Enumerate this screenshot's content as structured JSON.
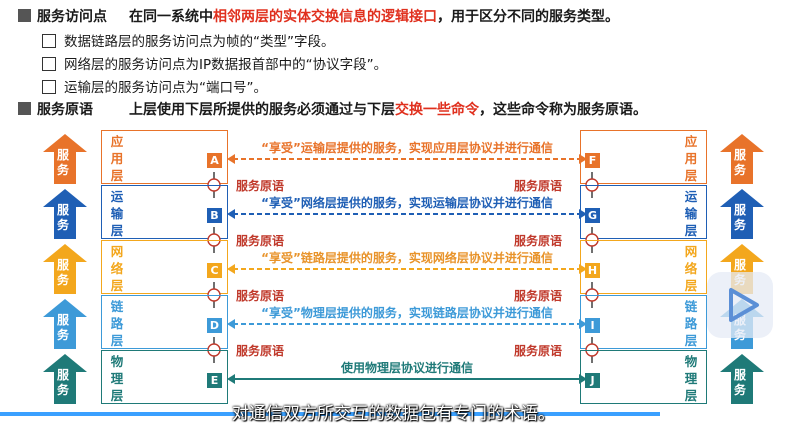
{
  "header": {
    "access_title": "服务访问点",
    "access_prefix": "在同一系统中",
    "access_highlight": "相邻两层的实体交换信息的逻辑接口",
    "access_suffix": "，用于区分不同的服务类型。",
    "sub_items": [
      "数据链路层的服务访问点为帧的“类型”字段。",
      "网络层的服务访问点为IP数据报首部中的“协议字段”。",
      "运输层的服务访问点为“端口号”。"
    ],
    "primitive_title": "服务原语",
    "primitive_prefix": "上层使用下层所提供的服务必须通过与下层",
    "primitive_highlight": "交换一些命令",
    "primitive_suffix": "，这些命令称为服务原语。"
  },
  "service_arrow_label": "服务",
  "layers": [
    {
      "name": "应用层",
      "left_letter": "A",
      "right_letter": "F",
      "color": "#e8732a",
      "message": "“享受”运输层提供的服务，实现应用层协议并进行通信"
    },
    {
      "name": "运输层",
      "left_letter": "B",
      "right_letter": "G",
      "color": "#1f5fb5",
      "message": "“享受”网络层提供的服务，实现运输层协议并进行通信"
    },
    {
      "name": "网络层",
      "left_letter": "C",
      "right_letter": "H",
      "color": "#f3a71d",
      "message": "“享受”链路层提供的服务，实现网络层协议并进行通信"
    },
    {
      "name": "链路层",
      "left_letter": "D",
      "right_letter": "I",
      "color": "#3d9ad8",
      "message": "“享受”物理层提供的服务，实现链路层协议并进行通信"
    },
    {
      "name": "物理层",
      "left_letter": "E",
      "right_letter": "J",
      "color": "#1f7a78",
      "message": "使用物理层协议进行通信"
    }
  ],
  "primitive_label": "服务原语",
  "caption": "对通信双方所交互的数据包有专门的术语。",
  "accent_colors": {
    "highlight": "#e0301e",
    "caption_bar": "#3aa0ff"
  }
}
